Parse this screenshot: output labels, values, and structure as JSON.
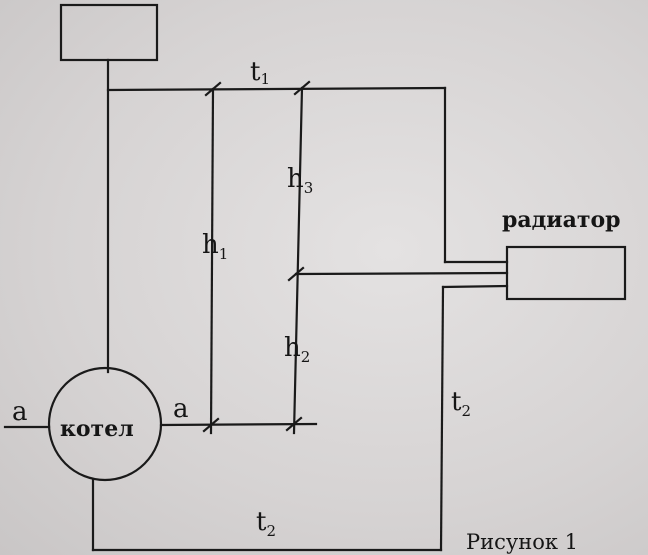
{
  "diagram": {
    "labels": {
      "t1": {
        "base": "t",
        "sub": "1"
      },
      "h3": {
        "base": "h",
        "sub": "3"
      },
      "h1": {
        "base": "h",
        "sub": "1"
      },
      "h2": {
        "base": "h",
        "sub": "2"
      },
      "t2_right": {
        "base": "t",
        "sub": "2"
      },
      "t2_bottom": {
        "base": "t",
        "sub": "2"
      },
      "a_left": "a",
      "a_right": "a",
      "boiler": "котел",
      "radiator": "радиатор"
    },
    "caption": "Рисунок 1"
  }
}
